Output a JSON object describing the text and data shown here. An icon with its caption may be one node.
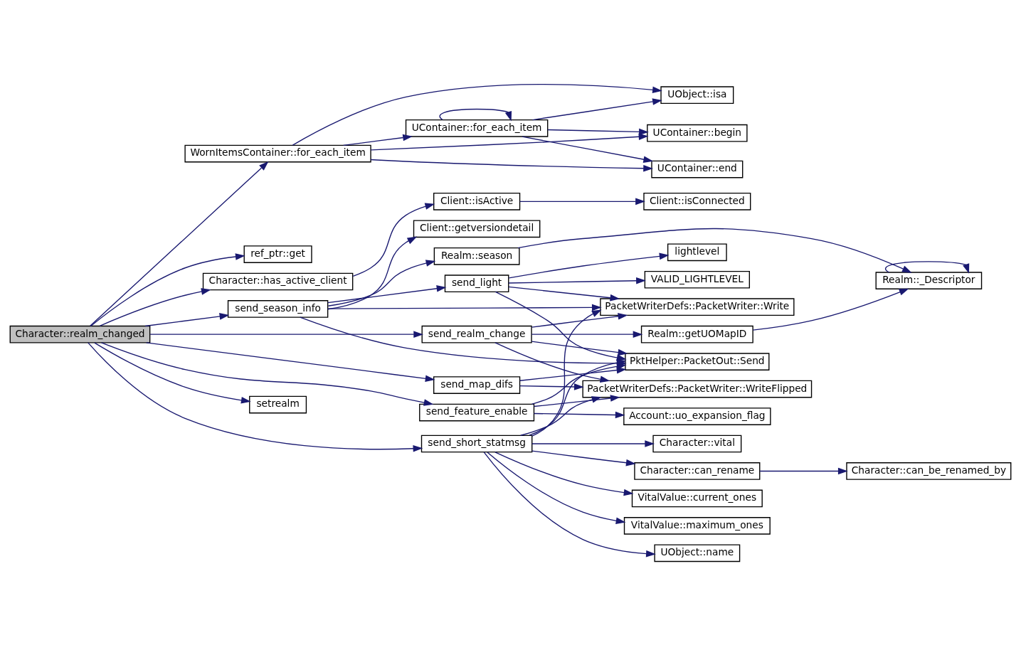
{
  "diagram": {
    "nodes": [
      {
        "text": [
          "Character::realm_changed"
        ]
      },
      {
        "text": [
          "WornItemsContainer::for_each_item"
        ]
      },
      {
        "text": [
          "ref_ptr::get"
        ]
      },
      {
        "text": [
          "Character::has_active_client"
        ]
      },
      {
        "text": [
          "send_season_info"
        ]
      },
      {
        "text": [
          "send_realm_change"
        ]
      },
      {
        "text": [
          "send_feature_enable"
        ]
      },
      {
        "text": [
          "send_map_difs"
        ]
      },
      {
        "text": [
          "setrealm"
        ]
      },
      {
        "text": [
          "send_short_statmsg"
        ]
      },
      {
        "text": [
          "UContainer::for_each_item"
        ]
      },
      {
        "text": [
          "Client::isActive"
        ]
      },
      {
        "text": [
          "Realm::season"
        ]
      },
      {
        "text": [
          "send_light"
        ]
      },
      {
        "text": [
          "Client::getversiondetail"
        ]
      },
      {
        "text": [
          "UContainer::begin"
        ]
      },
      {
        "text": [
          "UContainer::end"
        ]
      },
      {
        "text": [
          "UObject::isa"
        ]
      },
      {
        "text": [
          "Client::isConnected"
        ]
      },
      {
        "text": [
          "VALID_LIGHTLEVEL"
        ]
      },
      {
        "text": [
          "lightlevel"
        ]
      },
      {
        "text": [
          "PacketWriterDefs::PacketWriter::Write"
        ]
      },
      {
        "text": [
          "Realm::getUOMapID"
        ]
      },
      {
        "text": [
          "PktHelper::PacketOut::Send"
        ]
      },
      {
        "text": [
          "Account::uo_expansion_flag"
        ]
      },
      {
        "text": [
          "PacketWriterDefs::PacketWriter::WriteFlipped"
        ]
      },
      {
        "text": [
          "UObject::name"
        ]
      },
      {
        "text": [
          "Character::vital"
        ]
      },
      {
        "text": [
          "Character::can_rename"
        ]
      },
      {
        "text": [
          "VitalValue::current_ones"
        ]
      },
      {
        "text": [
          "VitalValue::maximum_ones"
        ]
      },
      {
        "text": [
          "Realm::_Descriptor"
        ]
      },
      {
        "text": [
          "Character::can_be_renamed_by"
        ]
      }
    ],
    "edges": [
      {
        "from": 0,
        "to": 1,
        "arrow": "to"
      },
      {
        "from": 0,
        "to": 2,
        "arrow": "to"
      },
      {
        "from": 0,
        "to": 3,
        "arrow": "to"
      },
      {
        "from": 0,
        "to": 4,
        "arrow": "to"
      },
      {
        "from": 0,
        "to": 5,
        "arrow": "to"
      },
      {
        "from": 0,
        "to": 6,
        "arrow": "to"
      },
      {
        "from": 0,
        "to": 7,
        "arrow": "to"
      },
      {
        "from": 0,
        "to": 8,
        "arrow": "to"
      },
      {
        "from": 0,
        "to": 9,
        "arrow": "to"
      },
      {
        "from": 1,
        "to": 15,
        "arrow": "to"
      },
      {
        "from": 1,
        "to": 10,
        "arrow": "to"
      },
      {
        "from": 1,
        "to": 16,
        "arrow": "to"
      },
      {
        "from": 1,
        "to": 17,
        "arrow": "to"
      },
      {
        "from": 10,
        "to": 10,
        "arrow": "to"
      },
      {
        "from": 10,
        "to": 15,
        "arrow": "to"
      },
      {
        "from": 10,
        "to": 16,
        "arrow": "to"
      },
      {
        "from": 10,
        "to": 17,
        "arrow": "to"
      },
      {
        "from": 3,
        "to": 11,
        "arrow": "to"
      },
      {
        "from": 11,
        "to": 18,
        "arrow": "to"
      },
      {
        "from": 4,
        "to": 12,
        "arrow": "to"
      },
      {
        "from": 4,
        "to": 13,
        "arrow": "to"
      },
      {
        "from": 4,
        "to": 21,
        "arrow": "to"
      },
      {
        "from": 4,
        "to": 14,
        "arrow": "to"
      },
      {
        "from": 4,
        "to": 23,
        "arrow": "to"
      },
      {
        "from": 12,
        "to": 31,
        "arrow": "to"
      },
      {
        "from": 13,
        "to": 19,
        "arrow": "to"
      },
      {
        "from": 13,
        "to": 20,
        "arrow": "to"
      },
      {
        "from": 13,
        "to": 21,
        "arrow": "to"
      },
      {
        "from": 13,
        "to": 23,
        "arrow": "to"
      },
      {
        "from": 31,
        "to": 31,
        "arrow": "to"
      },
      {
        "from": 5,
        "to": 21,
        "arrow": "to"
      },
      {
        "from": 5,
        "to": 22,
        "arrow": "to"
      },
      {
        "from": 5,
        "to": 23,
        "arrow": "to"
      },
      {
        "from": 5,
        "to": 25,
        "arrow": "to"
      },
      {
        "from": 22,
        "to": 31,
        "arrow": "to"
      },
      {
        "from": 6,
        "to": 23,
        "arrow": "to"
      },
      {
        "from": 6,
        "to": 24,
        "arrow": "to"
      },
      {
        "from": 6,
        "to": 25,
        "arrow": "to"
      },
      {
        "from": 7,
        "to": 23,
        "arrow": "to"
      },
      {
        "from": 7,
        "to": 25,
        "arrow": "to"
      },
      {
        "from": 9,
        "to": 21,
        "arrow": "to"
      },
      {
        "from": 9,
        "to": 23,
        "arrow": "to"
      },
      {
        "from": 9,
        "to": 25,
        "arrow": "to"
      },
      {
        "from": 9,
        "to": 26,
        "arrow": "to"
      },
      {
        "from": 9,
        "to": 27,
        "arrow": "to"
      },
      {
        "from": 9,
        "to": 28,
        "arrow": "to"
      },
      {
        "from": 9,
        "to": 29,
        "arrow": "to"
      },
      {
        "from": 9,
        "to": 30,
        "arrow": "to"
      },
      {
        "from": 28,
        "to": 32,
        "arrow": "to"
      }
    ]
  }
}
